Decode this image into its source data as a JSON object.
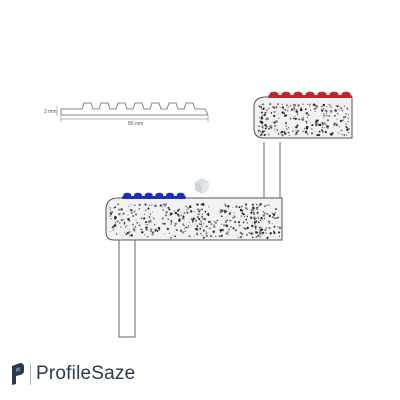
{
  "profile_section": {
    "thickness_label": "3 mm",
    "width_label": "80 mm"
  },
  "stair_diagram": {
    "upper_nosing_color": "#b8292c",
    "lower_nosing_color": "#1d2fb3",
    "concrete_fill_color": "#f2f2f2",
    "outline_color": "#555555"
  },
  "watermark": {
    "icon": "cube-icon"
  },
  "logo": {
    "brand_name": "ProfileSaze",
    "mark_color": "#2b3a4c",
    "accent_color": "#5d7fa3"
  }
}
